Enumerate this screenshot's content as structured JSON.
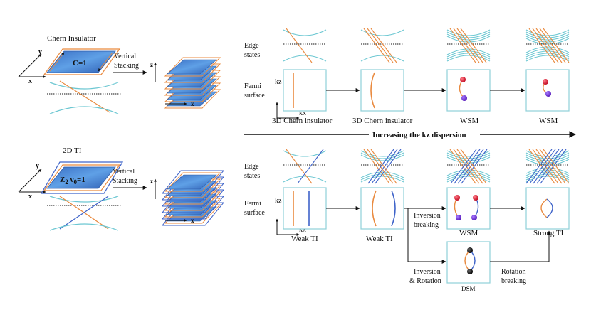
{
  "left_top": {
    "title": "Chern Insulator",
    "slab_label": "C=1",
    "axis_y": "y",
    "axis_x": "x",
    "stacking_line1": "Vertical",
    "stacking_line2": "Stacking",
    "stack_axis_z": "z",
    "stack_axis_x": "x"
  },
  "left_bottom": {
    "title": "2D TI",
    "slab_label_main": "Z",
    "slab_label_sub1": "2",
    "slab_label_mid": " ν",
    "slab_label_sub2": "0",
    "slab_label_end": "=1",
    "axis_y": "y",
    "axis_x": "x",
    "stacking_line1": "Vertical",
    "stacking_line2": "Stacking",
    "stack_axis_z": "z",
    "stack_axis_x": "x"
  },
  "row_labels": {
    "edge_line1": "Edge",
    "edge_line2": "states",
    "fermi_line1": "Fermi",
    "fermi_line2": "surface",
    "kz": "kz",
    "kx": "kx"
  },
  "top_row": {
    "captions": [
      "3D Chern insulator",
      "3D Chern insulator",
      "WSM",
      "WSM"
    ]
  },
  "divider": {
    "label": "Increasing the kz dispersion"
  },
  "bottom_row": {
    "captions": [
      "Weak TI",
      "Weak TI",
      "WSM",
      "Strong TI",
      "DSM"
    ],
    "inversion_breaking_line1": "Inversion",
    "inversion_breaking_line2": "breaking",
    "inversion_rotation_line1": "Inversion",
    "inversion_rotation_line2": "& Rotation",
    "rotation_breaking_line1": "Rotation",
    "rotation_breaking_line2": "breaking"
  },
  "colors": {
    "slab_blue": "#3f7fd4",
    "edge_orange": "#e98a3f",
    "edge_blue": "#3e63c9",
    "band_cyan": "#6cc7d2",
    "weyl_red": "#d0142c",
    "weyl_purple": "#6a22c8",
    "dirac_black": "#1a1a1a",
    "panel_border": "#8fd0d8"
  }
}
